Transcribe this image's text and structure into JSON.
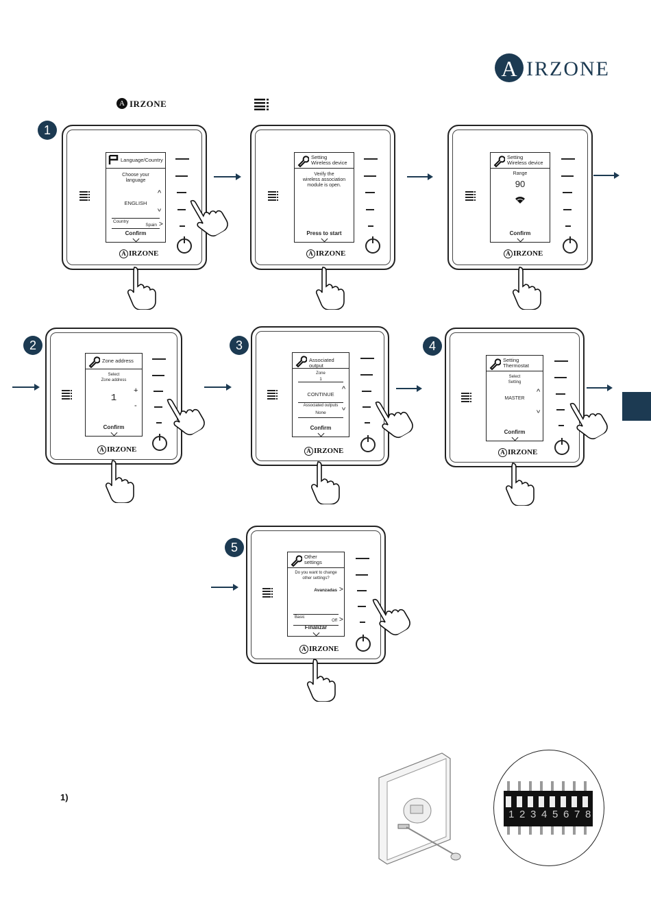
{
  "brand": {
    "mark": "A",
    "name": "IRZONE",
    "color": "#1c3a52"
  },
  "small_logo": {
    "mark": "A",
    "name": "IRZONE"
  },
  "accent": "#1c3a52",
  "steps": [
    {
      "num": "1",
      "header": "Language/Country",
      "lines": [
        "Choose your",
        "language"
      ],
      "value": "ENGLISH",
      "country_label": "Country",
      "country_value": "Spain",
      "confirm": "Confirm"
    },
    {
      "header1": "Setting",
      "header2": "Wireless device",
      "lines": [
        "Verify the",
        "wireless association",
        "module is open."
      ],
      "confirm": "Press to start"
    },
    {
      "header1": "Setting",
      "header2": "Wireless device",
      "label": "Range",
      "value": "90",
      "confirm": "Confirm"
    },
    {
      "num": "2",
      "header": "Zone address",
      "lines": [
        "Select",
        "Zone address"
      ],
      "value": "1",
      "plus": "+",
      "minus": "-",
      "confirm": "Confirm"
    },
    {
      "num": "3",
      "header": "Associated output",
      "label": "Zone",
      "zone": "1",
      "value": "CONTINUE",
      "outputs_label": "Associated outputs",
      "outputs_value": "None",
      "confirm": "Confirm"
    },
    {
      "num": "4",
      "header1": "Setting",
      "header2": "Thermostat",
      "lines": [
        "Select",
        "Setting"
      ],
      "value": "MASTER",
      "confirm": "Confirm"
    },
    {
      "num": "5",
      "header1": "Other",
      "header2": "settings",
      "lines": [
        "Do you want to change",
        "other settings?"
      ],
      "value": "Avanzadas",
      "basic_label": "Basic",
      "basic_value": "Off",
      "confirm": "Finalizar"
    }
  ],
  "device_logo": "IRZONE",
  "footnote": "1)",
  "dip": {
    "switches": [
      "1",
      "2",
      "3",
      "4",
      "5",
      "6",
      "7",
      "8"
    ]
  }
}
